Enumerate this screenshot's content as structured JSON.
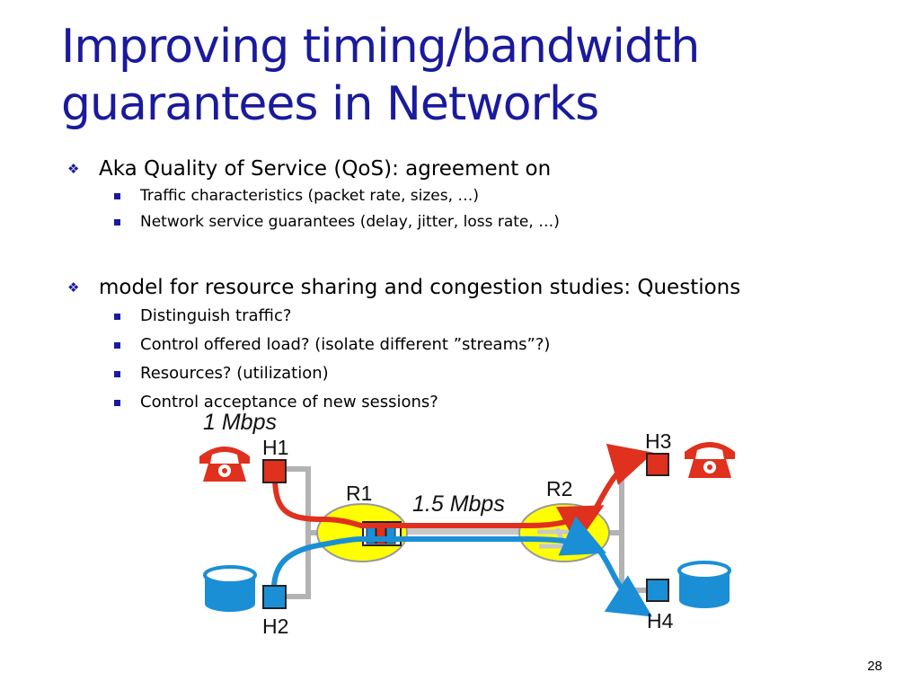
{
  "slide": {
    "title_line1": "Improving timing/bandwidth",
    "title_line2": "guarantees  in Networks",
    "bullet1": {
      "text": "Aka Quality of Service  (QoS):  agreement on",
      "subitems": [
        "Traffic characteristics (packet rate, sizes, …)",
        "Network service guarantees (delay, jitter, loss rate, …)"
      ]
    },
    "bullet2": {
      "text": "model for resource sharing and congestion  studies: Questions",
      "subitems": [
        "Distinguish traffic?",
        "Control offered load? (isolate different ”streams”?)",
        "Resources?  (utilization)",
        "Control acceptance of new sessions?"
      ]
    },
    "page_number": "28"
  },
  "diagram": {
    "access_rate": "1 Mbps",
    "link_rate": "1.5 Mbps",
    "hosts": {
      "h1": "H1",
      "h2": "H2",
      "h3": "H3",
      "h4": "H4"
    },
    "routers": {
      "r1": "R1",
      "r2": "R2"
    },
    "colors": {
      "red_flow": "#e0301e",
      "blue_flow": "#1a8fd6",
      "router_fill": "#ffff00",
      "wire": "#b3b3b3",
      "title": "#1a1a9c"
    },
    "icons": [
      "telephone-icon",
      "telephone-icon",
      "database-icon",
      "database-icon"
    ]
  }
}
